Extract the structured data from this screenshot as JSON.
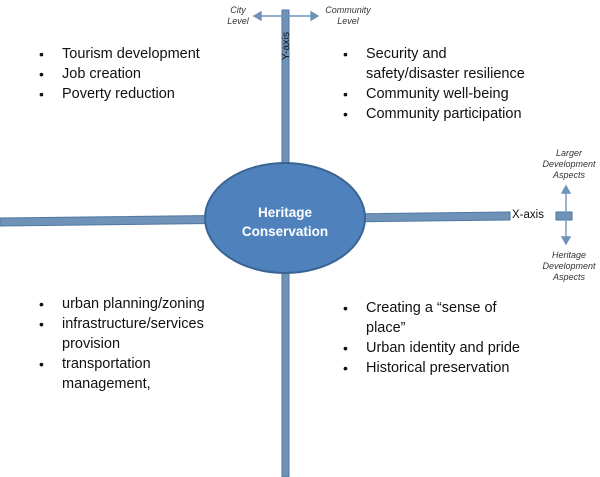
{
  "center": {
    "label_line1": "Heritage",
    "label_line2": "Conservation"
  },
  "axes": {
    "y_label": "Y-axis",
    "x_label": "X-axis",
    "y_left_end": "City Level",
    "y_right_end": "Community Level",
    "x_top_end": "Larger Development Aspects",
    "x_bottom_end": "Heritage Development Aspects"
  },
  "quadrants": {
    "top_left": [
      "Tourism development",
      "Job creation",
      "Poverty reduction"
    ],
    "top_right": [
      "Security and safety/disaster resilience",
      "Community well-being",
      "Community participation"
    ],
    "bottom_left": [
      "urban planning/zoning",
      "infrastructure/services provision",
      "transportation management,"
    ],
    "bottom_right": [
      "Creating a “sense of place”",
      "Urban identity and pride",
      "Historical preservation"
    ]
  },
  "colors": {
    "axis_fill": "#6f93b8",
    "axis_stroke": "#4f77a1",
    "ellipse_fill": "#4f81bd",
    "ellipse_stroke": "#3a6593",
    "arrow": "#6f93b8"
  }
}
